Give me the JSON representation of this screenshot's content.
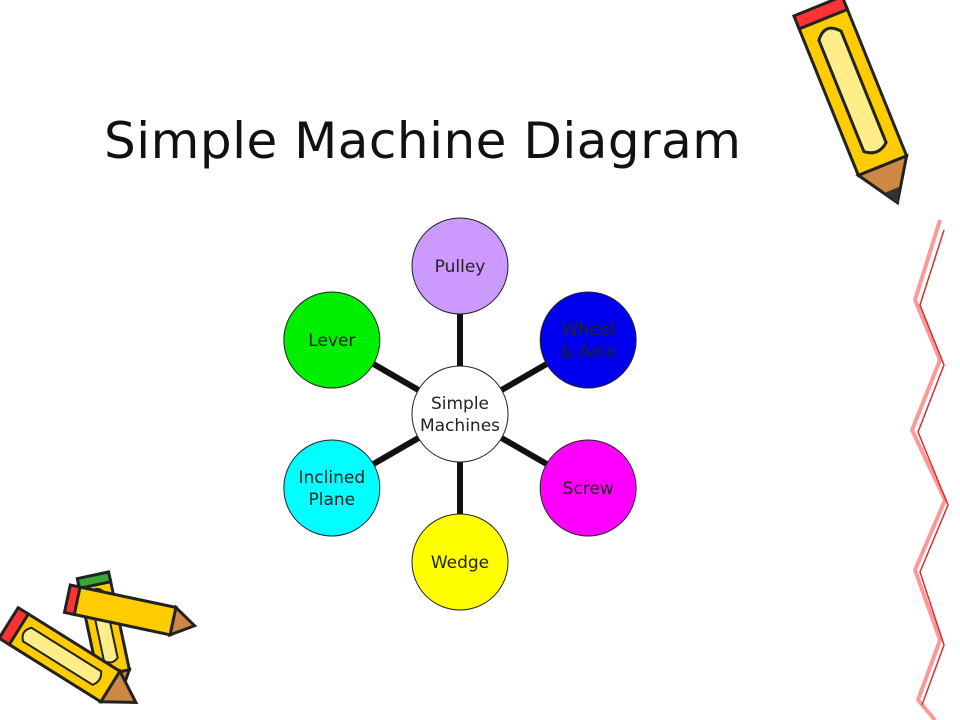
{
  "slide": {
    "title": "Simple Machine Diagram"
  },
  "diagram": {
    "center": {
      "lines": [
        "Simple",
        "Machines"
      ],
      "fill": "#ffffff"
    },
    "nodes": [
      {
        "id": "pulley",
        "lines": [
          "Pulley"
        ],
        "fill": "#cc99ff",
        "text": "#222222"
      },
      {
        "id": "wheel-axle",
        "lines": [
          "Wheel",
          "& Axle"
        ],
        "fill": "#0000ee",
        "text": "#222222"
      },
      {
        "id": "screw",
        "lines": [
          "Screw"
        ],
        "fill": "#ff00ff",
        "text": "#222222"
      },
      {
        "id": "wedge",
        "lines": [
          "Wedge"
        ],
        "fill": "#ffff00",
        "text": "#222222"
      },
      {
        "id": "inclined-plane",
        "lines": [
          "Inclined",
          "Plane"
        ],
        "fill": "#00ffff",
        "text": "#222222"
      },
      {
        "id": "lever",
        "lines": [
          "Lever"
        ],
        "fill": "#00ee00",
        "text": "#222222"
      }
    ],
    "edge_color": "#111111"
  },
  "decorations": {
    "pencils": [
      "pencil-icon",
      "pencil-icon",
      "pencil-icon"
    ],
    "border": "scribble-border",
    "pencil_color": "#ffcc00"
  }
}
